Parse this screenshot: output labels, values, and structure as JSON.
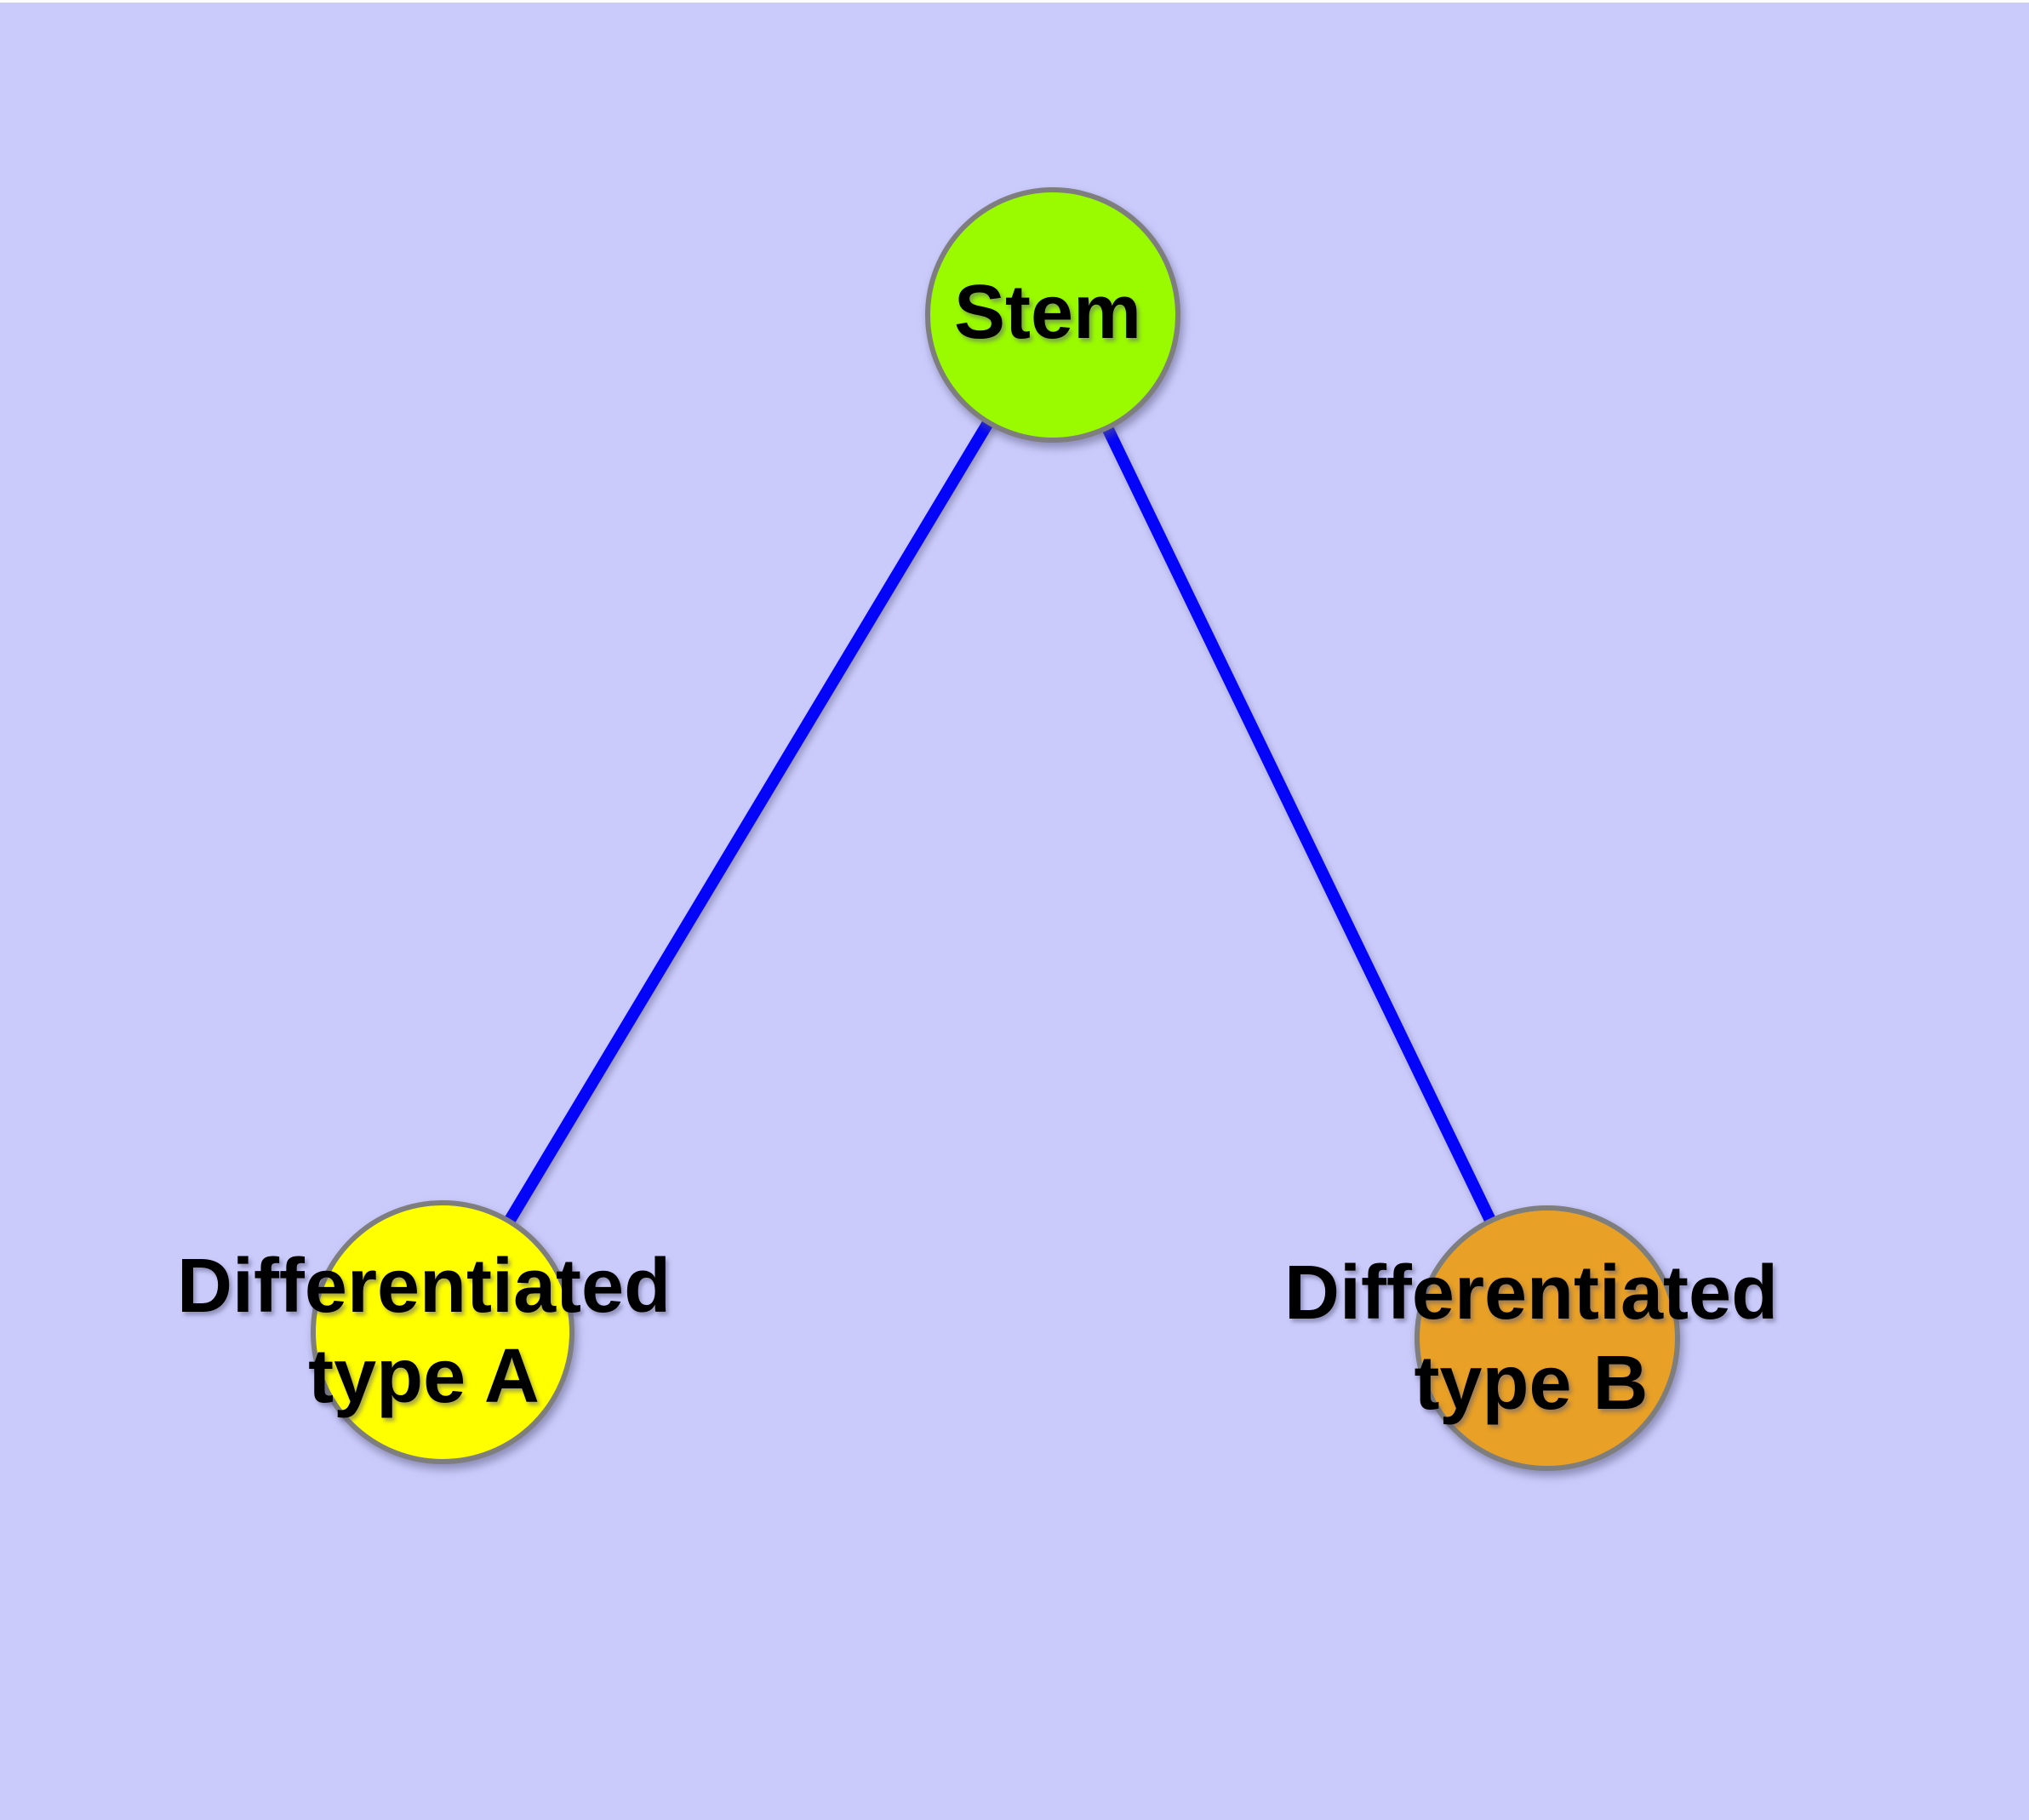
{
  "canvas": {
    "background_color": "#CACAFB",
    "top_strip_color": "#FFFFFF",
    "node_border_color": "#7E7E7E",
    "label_color": "#000000",
    "edge_color": "#0404F8"
  },
  "graph": {
    "type": "node-link-diagram",
    "nodes": [
      {
        "id": "stem",
        "label": "Stem",
        "color": "#9AFB00"
      },
      {
        "id": "type-a",
        "label": "Differentiated\ntype A",
        "color": "#FFFF00"
      },
      {
        "id": "type-b",
        "label": "Differentiated\ntype B",
        "color": "#E8A026"
      }
    ],
    "edges": [
      {
        "source": "stem",
        "target": "type-a"
      },
      {
        "source": "stem",
        "target": "type-b"
      }
    ]
  }
}
